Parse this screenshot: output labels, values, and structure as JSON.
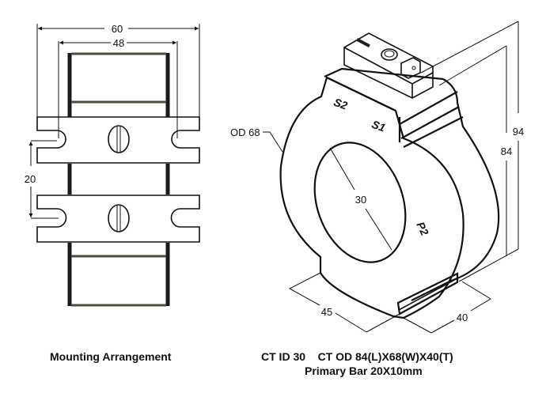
{
  "left_drawing": {
    "caption": "Mounting Arrangement",
    "dimensions": {
      "overall_width": "60",
      "inner_width": "48",
      "bar_spacing": "20"
    }
  },
  "right_drawing": {
    "caption_line1": "CT ID 30    CT OD 84(L)X68(W)X40(T)",
    "caption_line2": "Primary Bar 20X10mm",
    "dimensions": {
      "outer_diameter": "OD 68",
      "inner_diameter": "30",
      "height_total": "94",
      "height_body": "84",
      "depth": "45",
      "thickness": "40"
    },
    "terminal_markings": {
      "s2": "S2",
      "s1": "S1",
      "p2": "P2"
    }
  }
}
